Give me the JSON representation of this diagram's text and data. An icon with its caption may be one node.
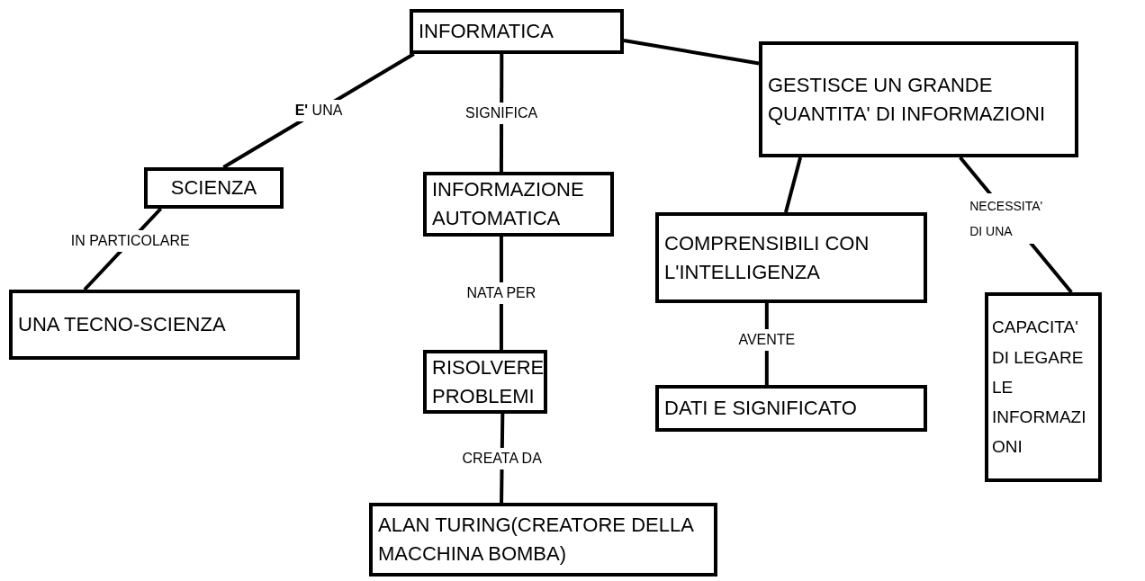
{
  "diagram": {
    "nodes": [
      {
        "text": [
          "INFORMATICA"
        ]
      },
      {
        "text": [
          "SCIENZA"
        ]
      },
      {
        "text": [
          "UNA TECNO-SCIENZA"
        ]
      },
      {
        "text": [
          "INFORMAZIONE AUTOMATICA"
        ]
      },
      {
        "text": [
          "RISOLVERE PROBLEMI"
        ]
      },
      {
        "text": [
          "ALAN TURING(CREATORE DELLA MACCHINA BOMBA)"
        ]
      },
      {
        "text": [
          "GESTISCE UN GRANDE QUANTITA' DI INFORMAZIONI"
        ]
      },
      {
        "text": [
          "COMPRENSIBILI CON L'INTELLIGENZA"
        ]
      },
      {
        "text": [
          "DATI E SIGNIFICATO"
        ]
      },
      {
        "text": [
          "CAPACITA' DI LEGARE LE INFORMAZIONI"
        ]
      }
    ],
    "edges": [
      {
        "from": 0,
        "to": 1,
        "arrow": "none",
        "label": "**E'** UNA"
      },
      {
        "from": 1,
        "to": 2,
        "arrow": "none",
        "label": "IN PARTICOLARE"
      },
      {
        "from": 0,
        "to": 3,
        "arrow": "none",
        "label": "SIGNIFICA"
      },
      {
        "from": 3,
        "to": 4,
        "arrow": "none",
        "label": "NATA PER"
      },
      {
        "from": 4,
        "to": 5,
        "arrow": "none",
        "label": "CREATA DA"
      },
      {
        "from": 0,
        "to": 6,
        "arrow": "none"
      },
      {
        "from": 6,
        "to": 7,
        "arrow": "none"
      },
      {
        "from": 7,
        "to": 8,
        "arrow": "none",
        "label": "AVENTE"
      },
      {
        "from": 6,
        "to": 9,
        "arrow": "none",
        "label": "NECESSITA' DI UNA"
      }
    ]
  }
}
